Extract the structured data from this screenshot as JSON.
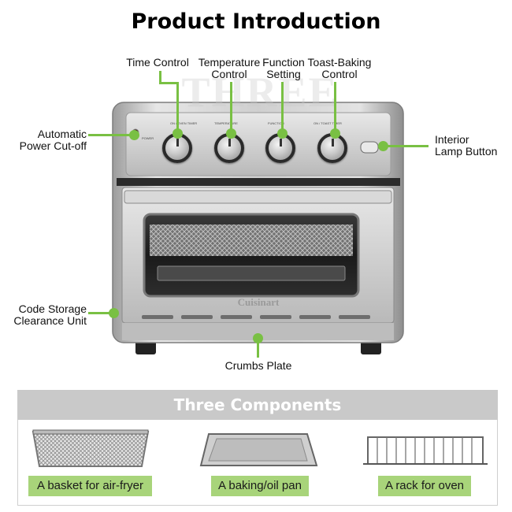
{
  "header": {
    "title": "Product Introduction"
  },
  "watermark_text": "THREE",
  "callouts": {
    "time_control": "Time Control",
    "temperature_control": "Temperature\nControl",
    "function_setting": "Function\nSetting",
    "toast_baking_control": "Toast-Baking\nControl",
    "automatic_power_cutoff": "Automatic\nPower Cut-off",
    "interior_lamp_button": "Interior\nLamp Button",
    "code_storage_clearance": "Code Storage\nClearance Unit",
    "crumbs_plate": "Crumbs Plate"
  },
  "oven": {
    "brand": "Cuisinart",
    "control_labels": [
      "ON / OVEN TIMER",
      "TEMPERATURE",
      "FUNCTION",
      "ON / TOAST TIMER"
    ],
    "power_label": "POWER"
  },
  "components": {
    "heading": "Three Components",
    "items": [
      {
        "label": "A basket for air-fryer"
      },
      {
        "label": "A baking/oil pan"
      },
      {
        "label": "A rack for oven"
      }
    ]
  },
  "colors": {
    "accent": "#79c043",
    "label_bg": "#a8d47a",
    "panel_header": "#c9c9c9"
  }
}
